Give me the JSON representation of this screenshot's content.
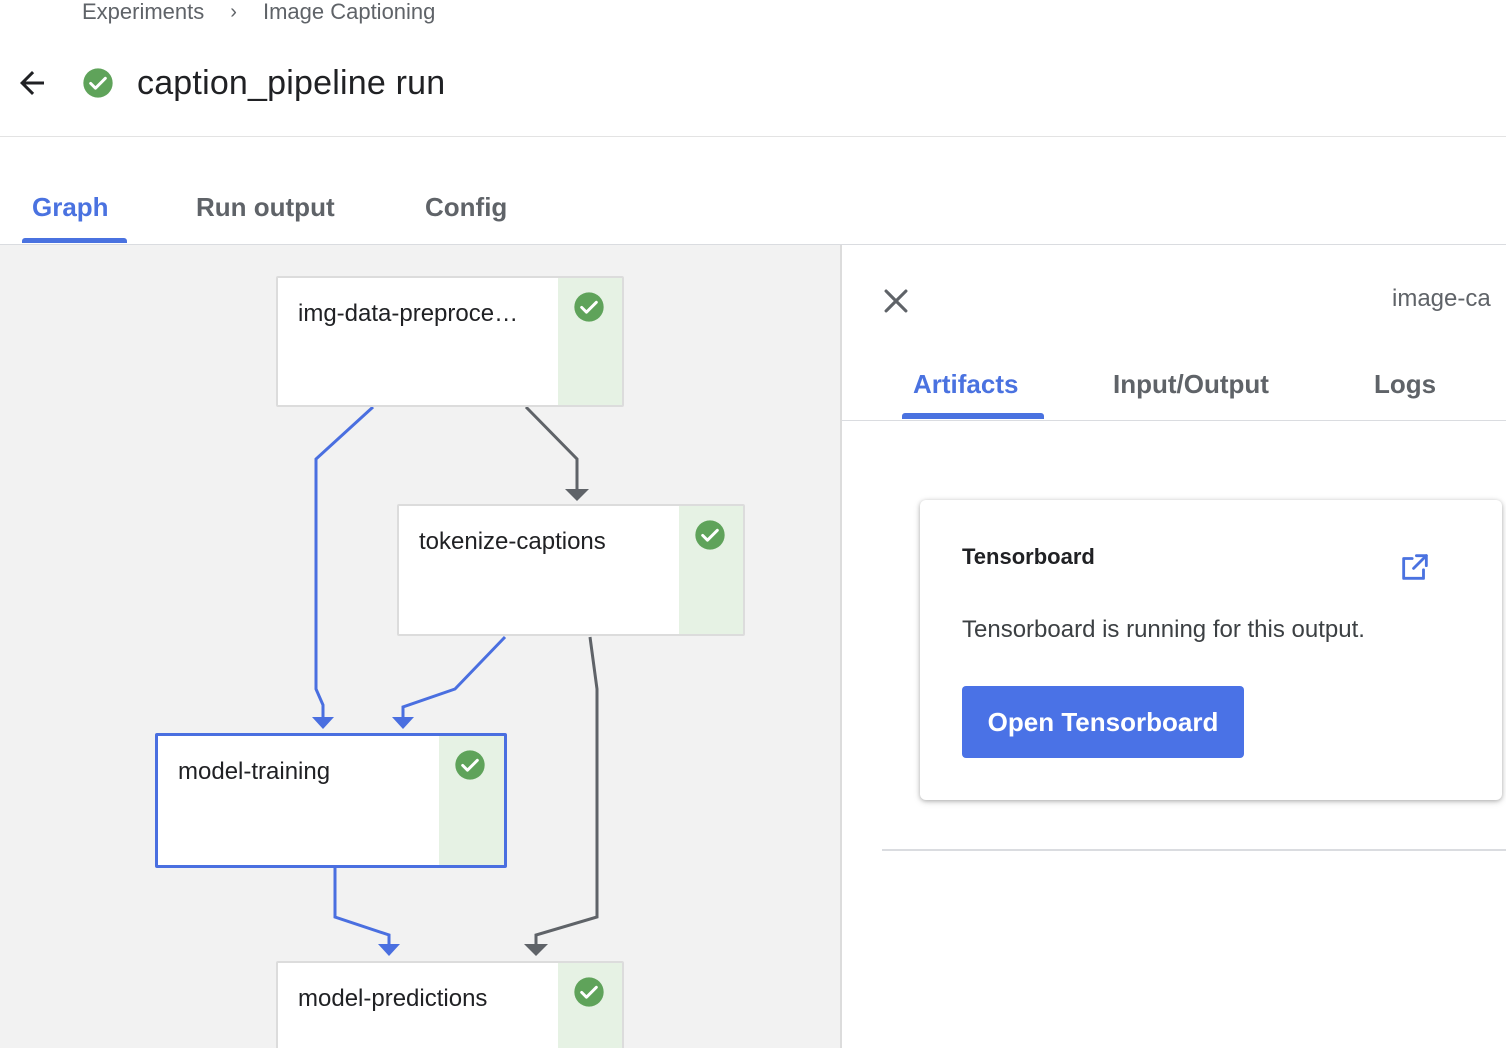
{
  "breadcrumb": {
    "items": [
      "Experiments",
      "Image Captioning"
    ],
    "separator": "›"
  },
  "header": {
    "title": "caption_pipeline run",
    "status": "succeeded",
    "status_icon": "check-circle-icon",
    "back_icon": "arrow-back-icon"
  },
  "tabs": {
    "graph": "Graph",
    "run_output": "Run output",
    "config": "Config",
    "active": "Graph"
  },
  "graph": {
    "nodes": [
      {
        "id": "img-data-preprocess",
        "label": "img-data-preproce…",
        "status": "succeeded"
      },
      {
        "id": "tokenize-captions",
        "label": "tokenize-captions",
        "status": "succeeded"
      },
      {
        "id": "model-training",
        "label": "model-training",
        "status": "succeeded",
        "selected": true
      },
      {
        "id": "model-predictions",
        "label": "model-predictions",
        "status": "succeeded"
      }
    ],
    "edges": [
      {
        "from": "img-data-preprocess",
        "to": "model-training",
        "highlighted": true
      },
      {
        "from": "img-data-preprocess",
        "to": "tokenize-captions",
        "highlighted": false
      },
      {
        "from": "tokenize-captions",
        "to": "model-training",
        "highlighted": true
      },
      {
        "from": "tokenize-captions",
        "to": "model-predictions",
        "highlighted": false
      },
      {
        "from": "model-training",
        "to": "model-predictions",
        "highlighted": true
      }
    ]
  },
  "side_panel": {
    "node_id": "image-ca",
    "close_icon": "close-icon",
    "tabs": {
      "artifacts": "Artifacts",
      "input_output": "Input/Output",
      "logs": "Logs",
      "active": "Artifacts"
    },
    "tensorboard": {
      "title": "Tensorboard",
      "message": "Tensorboard is running for this output.",
      "button": "Open Tensorboard",
      "open_icon": "open-in-new-icon"
    }
  },
  "colors": {
    "accent": "#4a72e0",
    "success": "#5fa35a",
    "status_bg": "#e6f2e4",
    "edge_default": "#5f6368",
    "graph_bg": "#f2f2f2"
  }
}
